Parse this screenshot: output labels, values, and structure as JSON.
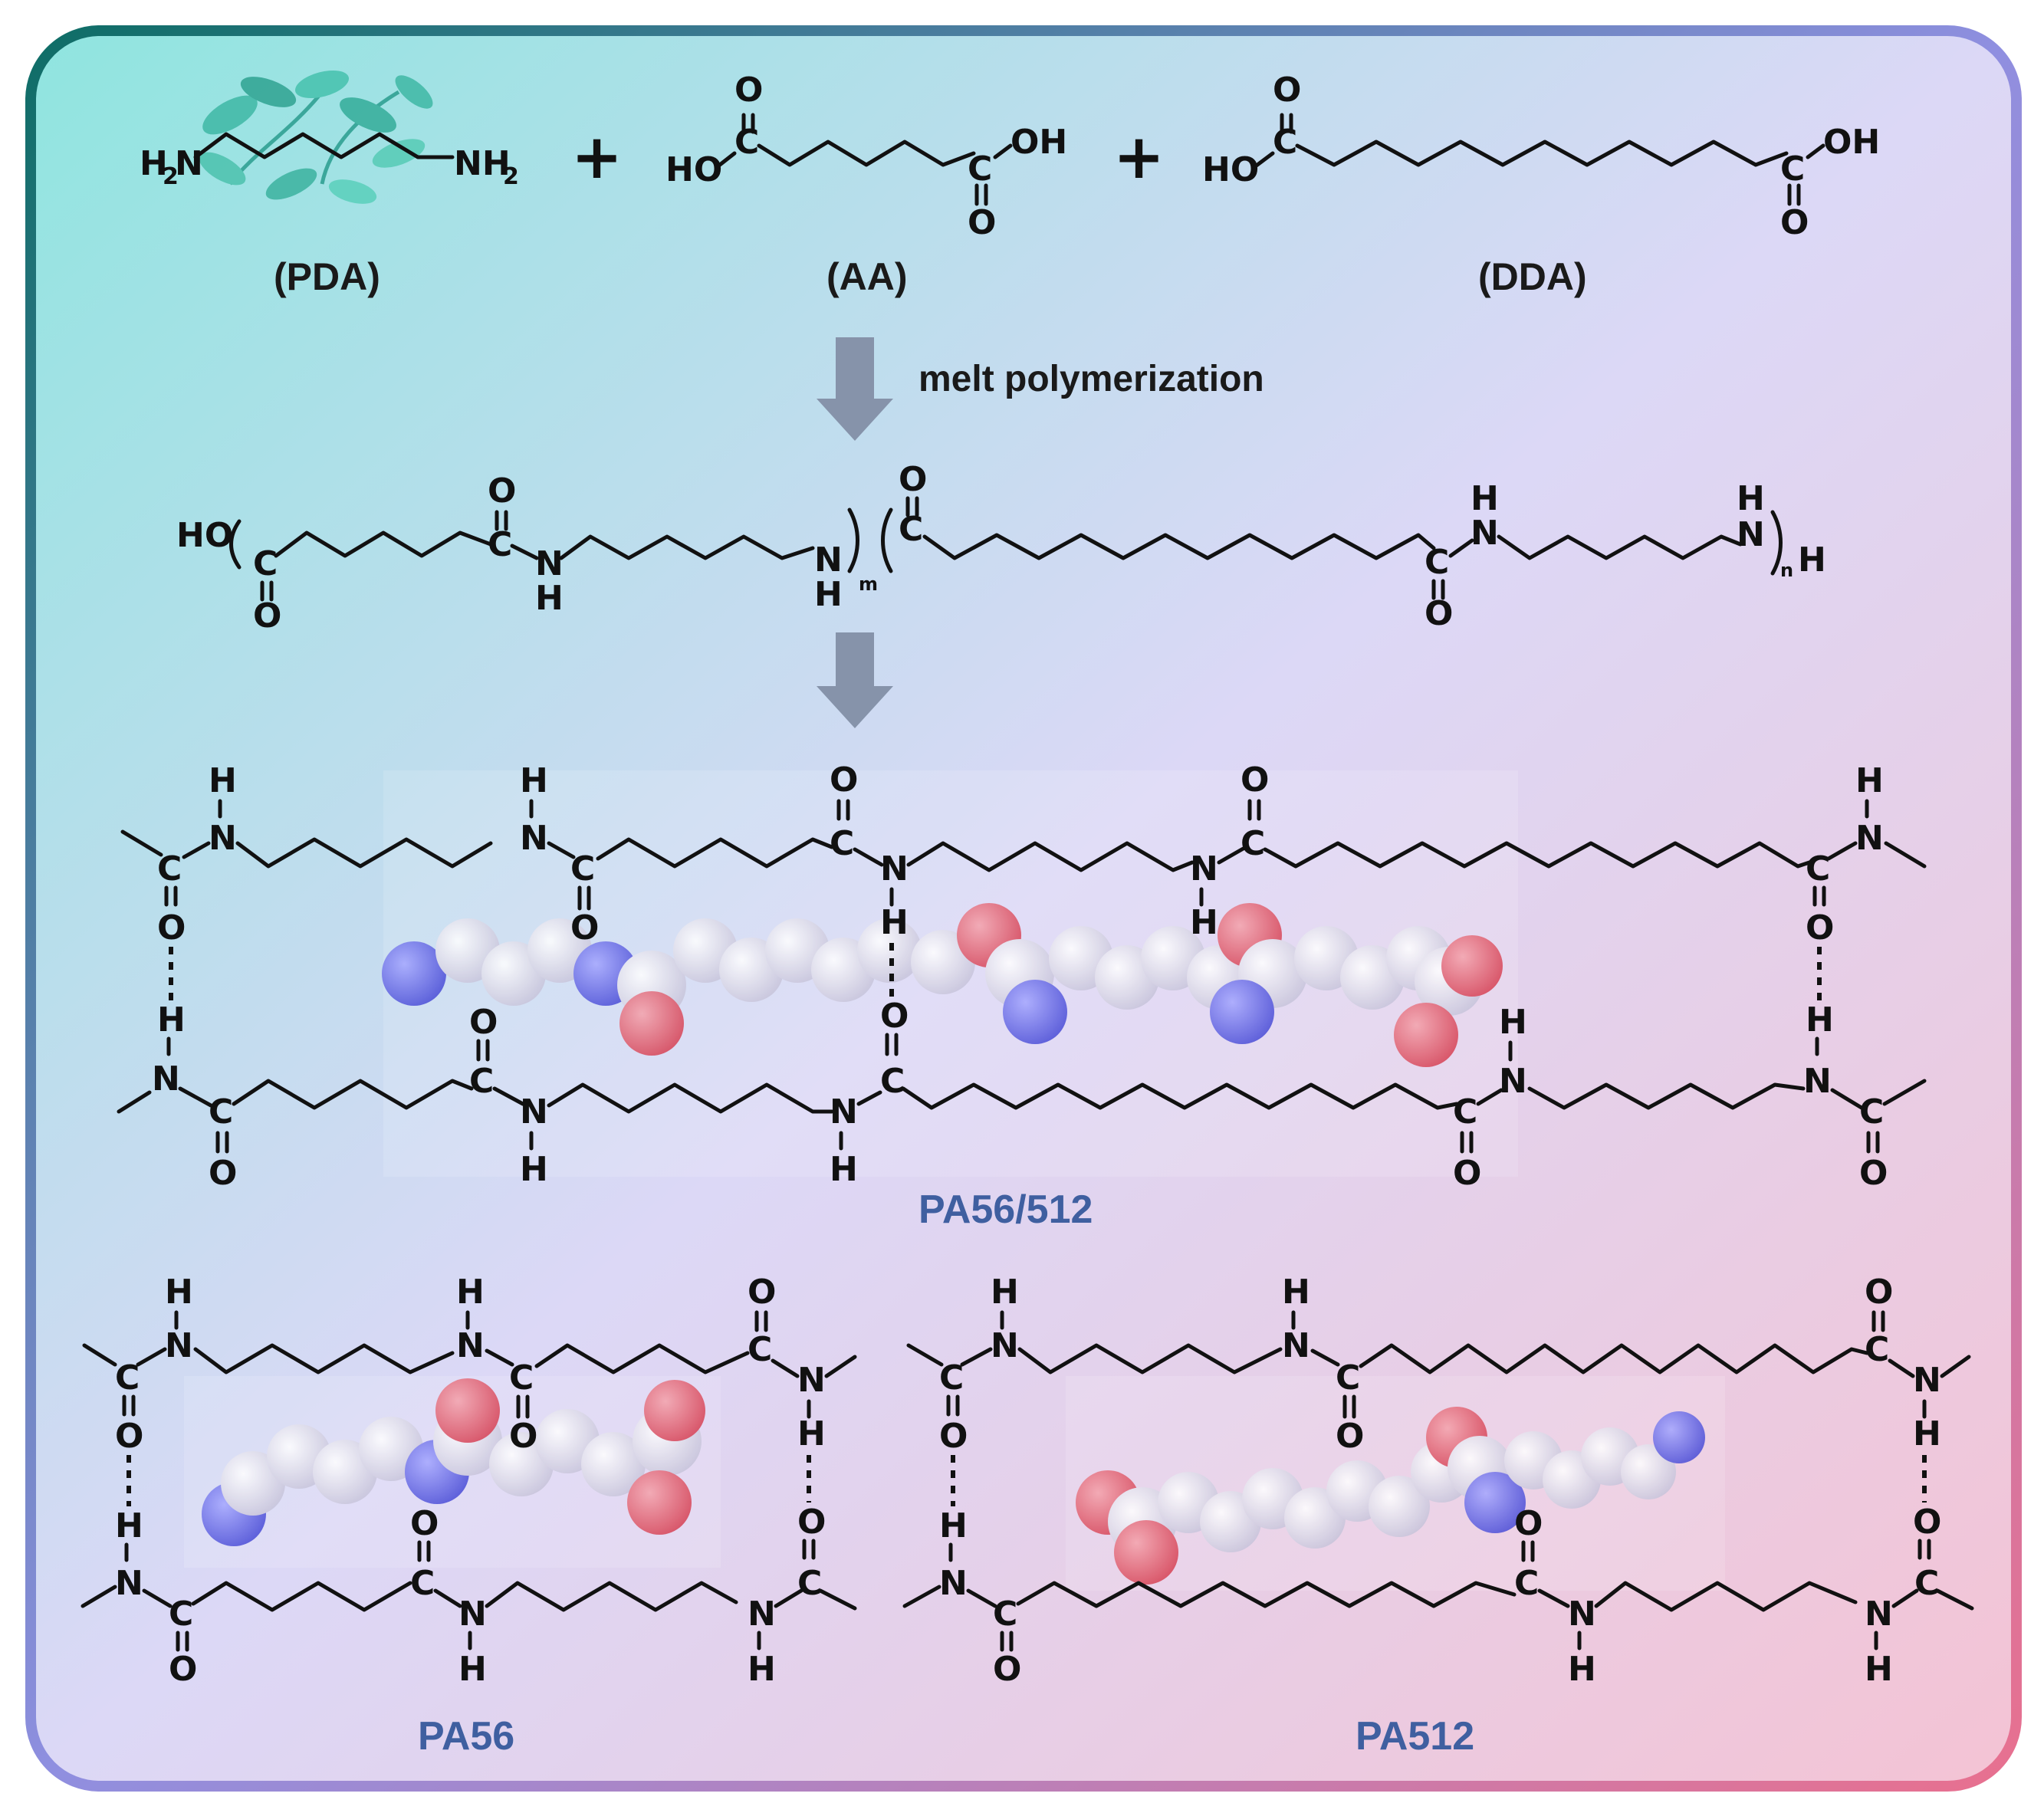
{
  "monomers": {
    "pda": {
      "label": "(PDA)",
      "left": "H",
      "right": "NH"
    },
    "aa": {
      "label": "(AA)"
    },
    "dda": {
      "label": "(DDA)"
    },
    "plus": "+"
  },
  "step": {
    "label": "melt polymerization"
  },
  "atoms": {
    "H": "H",
    "N": "N",
    "O": "O",
    "C": "C",
    "HO": "HO",
    "OH": "OH",
    "sub2": "2",
    "m": "m",
    "n": "n"
  },
  "products": {
    "copolymer": {
      "label": "PA56/512"
    },
    "pa56": {
      "label": "PA56"
    },
    "pa512": {
      "label": "PA512"
    }
  },
  "colors": {
    "frame_start": "#0f7f78",
    "frame_end": "#e86a8a",
    "bg_start": "#8fe3de",
    "bg_mid": "#d9d6f5",
    "bg_end": "#f2c4d6",
    "label_blue": "#3f5fa0",
    "arrow": "#8290a8",
    "oxygen": "#e06b78",
    "nitrogen": "#6b6ee6",
    "carbon": "#e4e2f2"
  }
}
